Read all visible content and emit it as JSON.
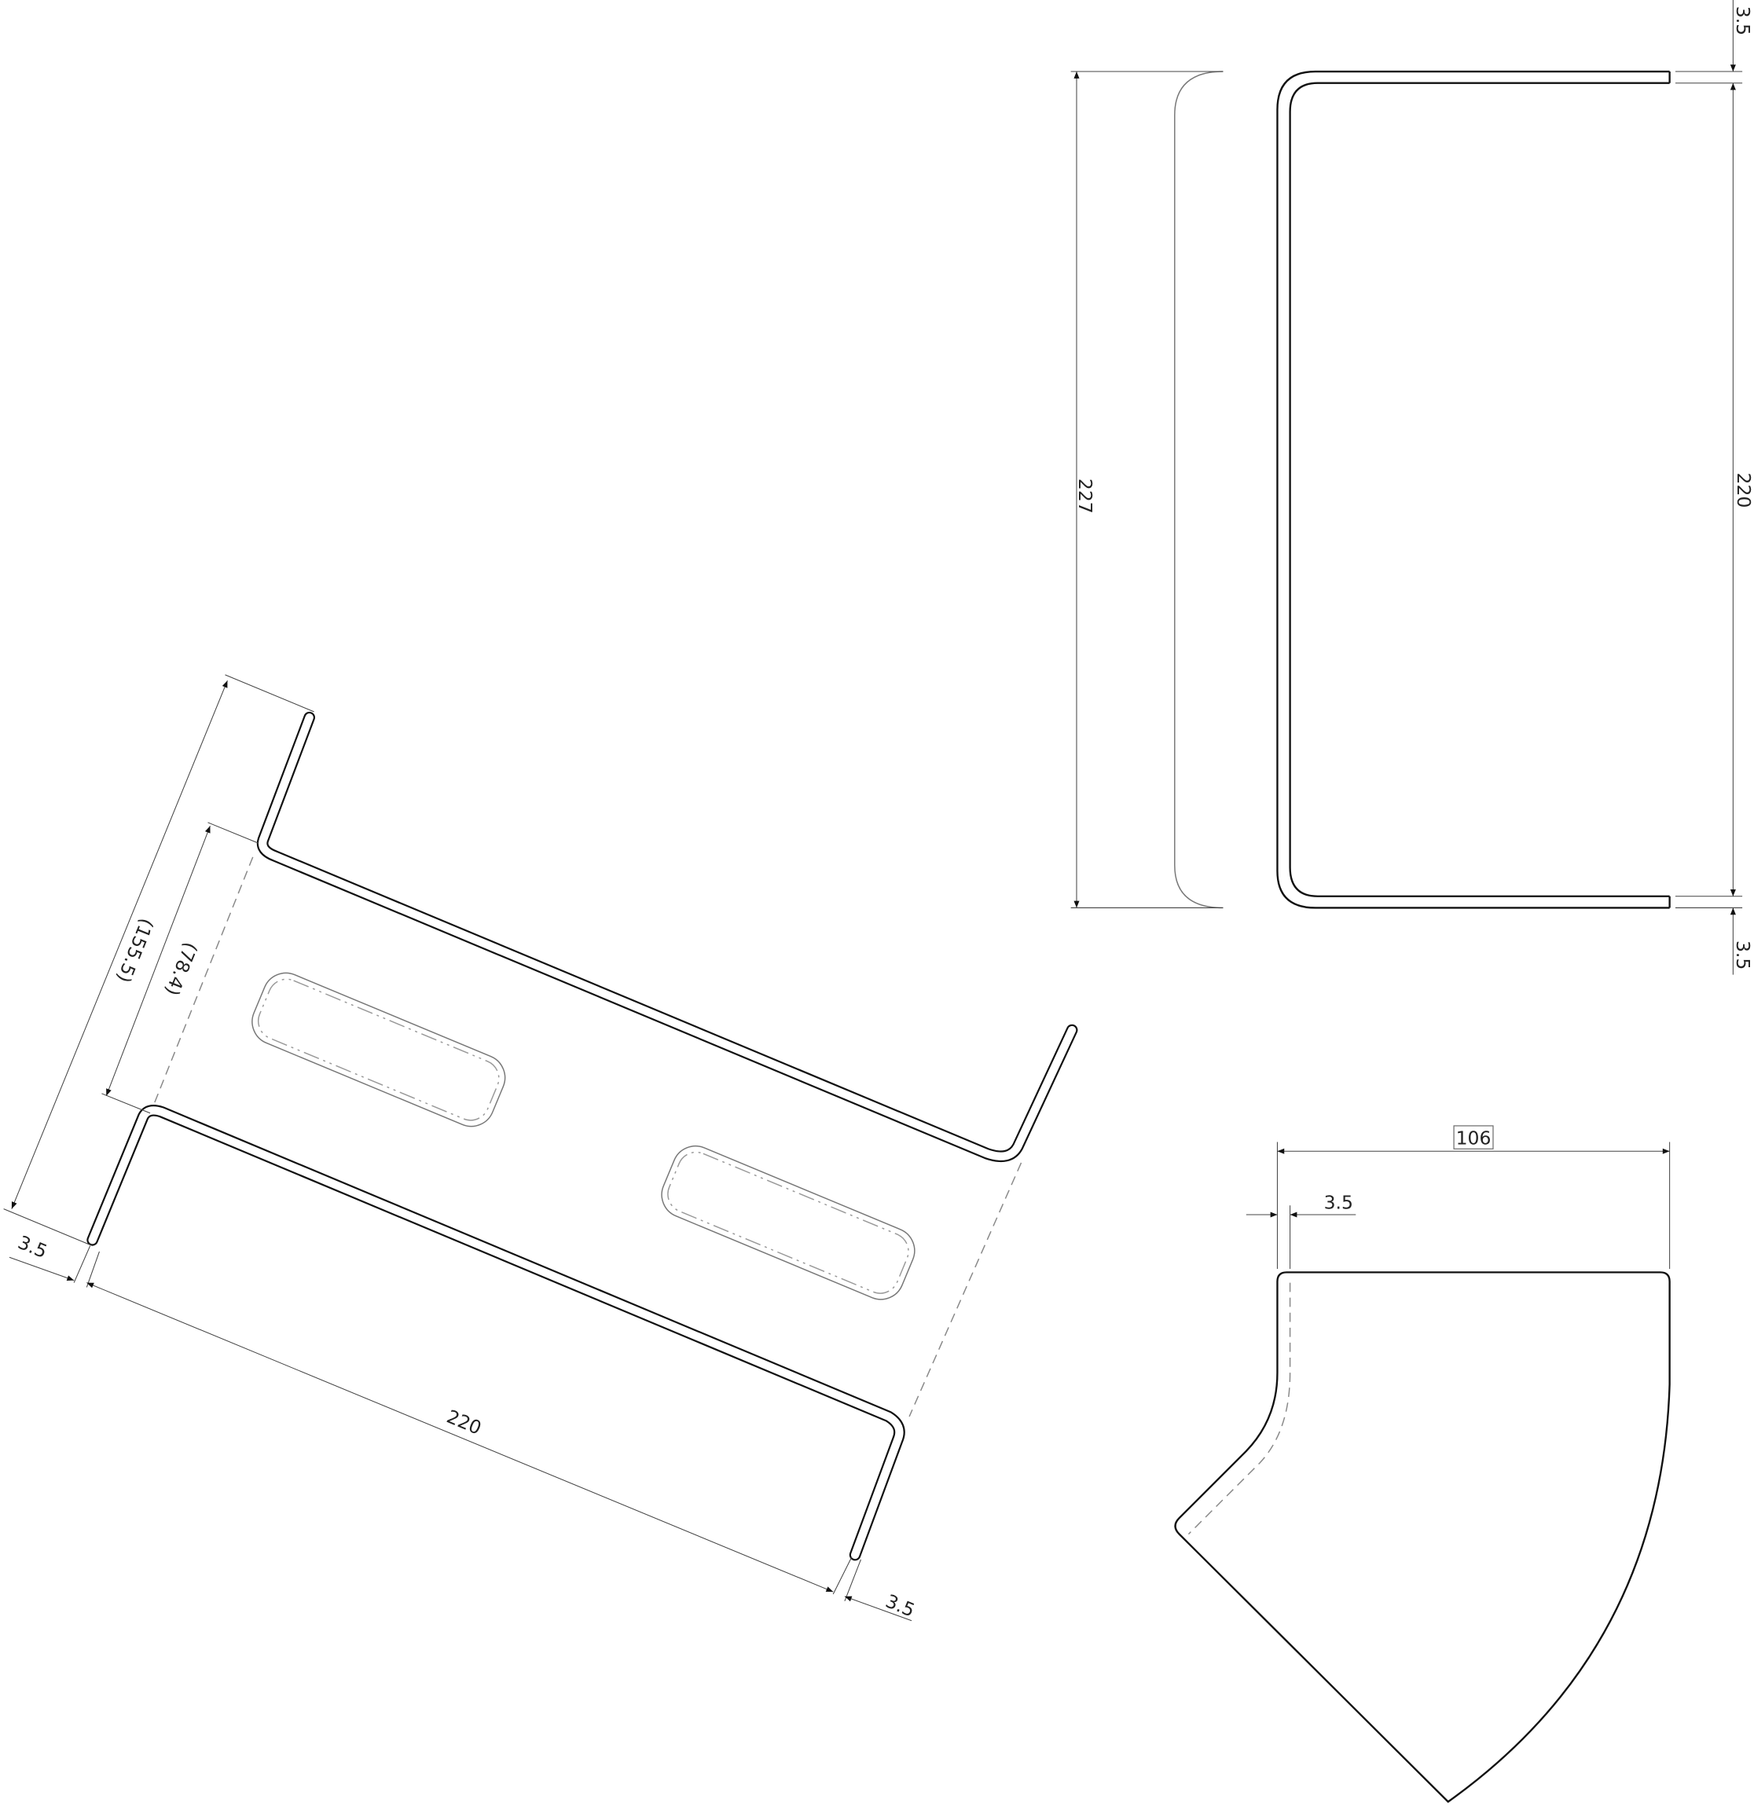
{
  "drawing": {
    "left_view": {
      "dim_overall_flange": "(155.5)",
      "dim_inner_flange": "(78.4)",
      "dim_length": "220",
      "dim_thickness_left": "3.5",
      "dim_thickness_right": "3.5"
    },
    "top_right_view": {
      "dim_height_outer": "227",
      "dim_height_inner": "220",
      "dim_thickness_top": "3.5",
      "dim_thickness_bottom": "3.5"
    },
    "bottom_right_view": {
      "dim_width": "106",
      "dim_thickness": "3.5"
    }
  }
}
